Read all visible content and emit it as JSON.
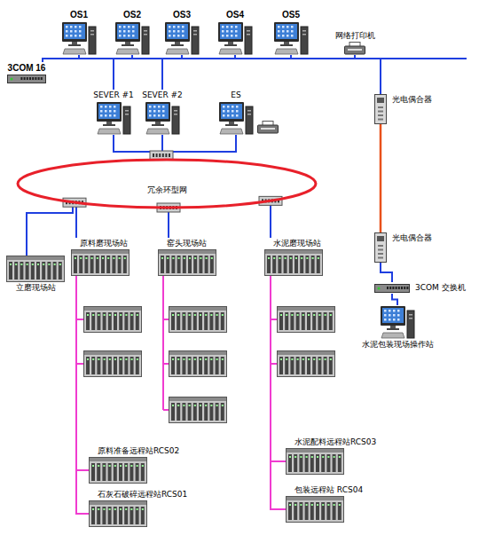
{
  "diagram": {
    "nodes": [
      {
        "text": [
          "OS1"
        ]
      },
      {
        "text": [
          "OS2"
        ]
      },
      {
        "text": [
          "OS3"
        ]
      },
      {
        "text": [
          "OS4"
        ]
      },
      {
        "text": [
          "OS5"
        ]
      },
      {
        "text": [
          "网络打印机"
        ]
      },
      {
        "text": [
          "3COM 16"
        ]
      },
      {
        "text": [
          "SEVER #1"
        ]
      },
      {
        "text": [
          "SEVER #2"
        ]
      },
      {
        "text": [
          "ES"
        ]
      },
      {
        "text": [
          "光电偶合器"
        ]
      },
      {
        "text": [
          "冗余环型网"
        ]
      },
      {
        "text": [
          "立磨现场站"
        ]
      },
      {
        "text": [
          "原料磨现场站"
        ]
      },
      {
        "text": [
          "窑头现场站"
        ]
      },
      {
        "text": [
          "水泥磨现场站"
        ]
      },
      {
        "text": [
          "光电偶合器"
        ]
      },
      {
        "text": [
          "3COM 交换机"
        ]
      },
      {
        "text": [
          "水泥包装现场操作站"
        ]
      },
      {
        "text": [
          "原料准备远程站RCS02"
        ]
      },
      {
        "text": [
          "石灰石破碎远程站RCS01"
        ]
      },
      {
        "text": [
          "水泥配料远程站RCS03"
        ]
      },
      {
        "text": [
          "包装远程站 RCS04"
        ]
      }
    ],
    "edges": [
      {
        "from": 6,
        "to": 0,
        "arrow": "none"
      },
      {
        "from": 6,
        "to": 1,
        "arrow": "none"
      },
      {
        "from": 6,
        "to": 2,
        "arrow": "none"
      },
      {
        "from": 6,
        "to": 3,
        "arrow": "none"
      },
      {
        "from": 6,
        "to": 4,
        "arrow": "none"
      },
      {
        "from": 6,
        "to": 5,
        "arrow": "none"
      },
      {
        "from": 6,
        "to": 7,
        "arrow": "none"
      },
      {
        "from": 6,
        "to": 8,
        "arrow": "none"
      },
      {
        "from": 6,
        "to": 10,
        "arrow": "none"
      },
      {
        "from": 7,
        "to": 11,
        "arrow": "none"
      },
      {
        "from": 8,
        "to": 11,
        "arrow": "none"
      },
      {
        "from": 9,
        "to": 11,
        "arrow": "none"
      },
      {
        "from": 11,
        "to": 12,
        "arrow": "none"
      },
      {
        "from": 11,
        "to": 13,
        "arrow": "none"
      },
      {
        "from": 11,
        "to": 14,
        "arrow": "none"
      },
      {
        "from": 11,
        "to": 15,
        "arrow": "none"
      },
      {
        "from": 10,
        "to": 16,
        "arrow": "none"
      },
      {
        "from": 16,
        "to": 17,
        "arrow": "none"
      },
      {
        "from": 17,
        "to": 18,
        "arrow": "none"
      },
      {
        "from": 13,
        "to": 19,
        "arrow": "none"
      },
      {
        "from": 13,
        "to": 20,
        "arrow": "none"
      },
      {
        "from": 15,
        "to": 21,
        "arrow": "none"
      },
      {
        "from": 15,
        "to": 22,
        "arrow": "none"
      }
    ]
  }
}
